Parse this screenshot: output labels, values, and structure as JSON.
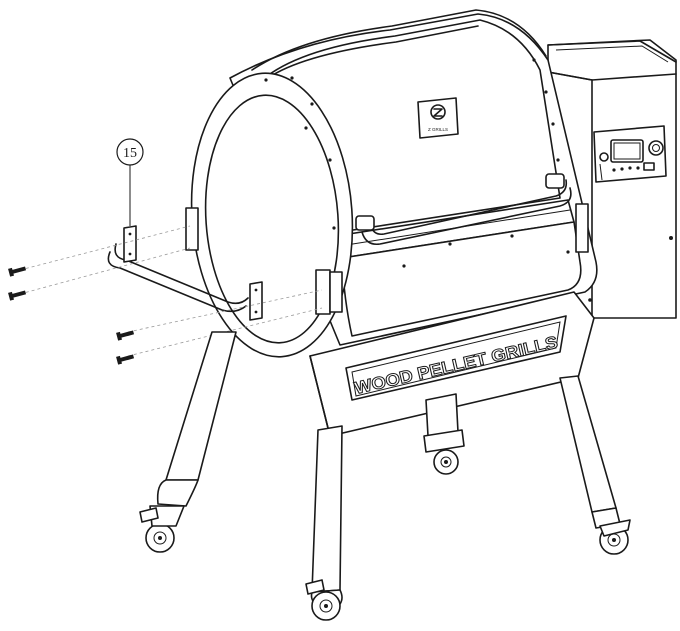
{
  "diagram": {
    "callout_number": "15",
    "front_label": "WOOD PELLET GRILLS",
    "lid_logo_text": "Z GRILLS",
    "colors": {
      "line": "#1a1a1a",
      "background": "#ffffff",
      "guide": "#9a9a9a"
    }
  }
}
